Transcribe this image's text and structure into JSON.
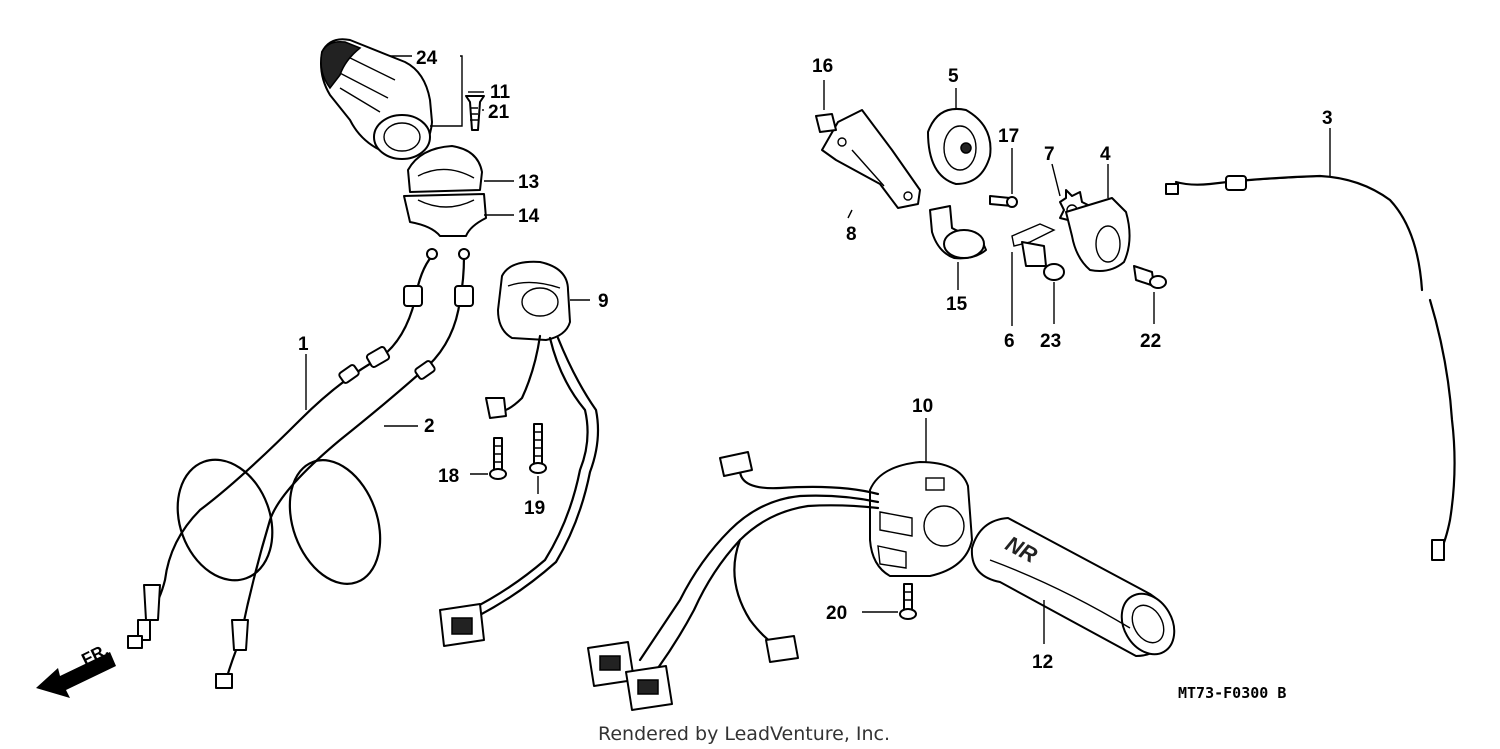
{
  "callouts": [
    {
      "id": "1",
      "label": "1"
    },
    {
      "id": "2",
      "label": "2"
    },
    {
      "id": "3",
      "label": "3"
    },
    {
      "id": "4",
      "label": "4"
    },
    {
      "id": "5",
      "label": "5"
    },
    {
      "id": "6",
      "label": "6"
    },
    {
      "id": "7",
      "label": "7"
    },
    {
      "id": "8",
      "label": "8"
    },
    {
      "id": "9",
      "label": "9"
    },
    {
      "id": "10",
      "label": "10"
    },
    {
      "id": "11",
      "label": "11"
    },
    {
      "id": "12",
      "label": "12"
    },
    {
      "id": "13",
      "label": "13"
    },
    {
      "id": "14",
      "label": "14"
    },
    {
      "id": "15",
      "label": "15"
    },
    {
      "id": "16",
      "label": "16"
    },
    {
      "id": "17",
      "label": "17"
    },
    {
      "id": "18",
      "label": "18"
    },
    {
      "id": "19",
      "label": "19"
    },
    {
      "id": "20",
      "label": "20"
    },
    {
      "id": "21",
      "label": "21"
    },
    {
      "id": "22",
      "label": "22"
    },
    {
      "id": "23",
      "label": "23"
    },
    {
      "id": "24",
      "label": "24"
    }
  ],
  "direction_label": "FR.",
  "grip_marking": "NR",
  "diagram_code": "MT73-F0300 B",
  "footer": "Rendered by LeadVenture, Inc."
}
